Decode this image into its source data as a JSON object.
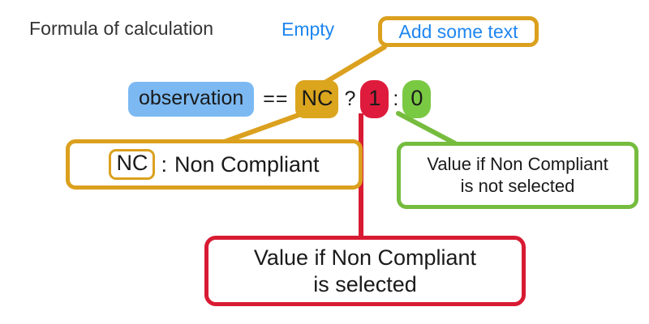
{
  "header": {
    "title": "Formula of calculation",
    "empty_label": "Empty"
  },
  "annotations": {
    "add_text": {
      "label": "Add some text",
      "border_color": "#dba01e",
      "text_color": "#1e86f0"
    },
    "nc_definition": {
      "abbreviation": "NC",
      "separator": ":",
      "meaning": "Non Compliant",
      "border_color": "#dba01e"
    },
    "green_note": {
      "line1": "Value if Non Compliant",
      "line2": "is not selected",
      "border_color": "#76bc3f"
    },
    "red_note": {
      "line1": "Value if Non Compliant",
      "line2": "is selected",
      "border_color": "#d81b33"
    }
  },
  "formula": {
    "variable": "observation",
    "operator_equals": "==",
    "value_nc": "NC",
    "operator_question": "?",
    "value_true": "1",
    "operator_colon": ":",
    "value_false": "0",
    "colors": {
      "variable_pill": "#7cb9f2",
      "nc_pill": "#dba51e",
      "true_pill": "#de1b3c",
      "false_pill": "#7ac943"
    }
  }
}
